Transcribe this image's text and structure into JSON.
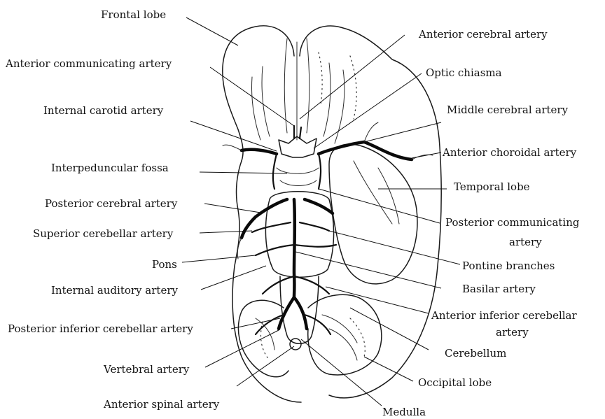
{
  "labels": {
    "frontal_lobe": "Frontal lobe",
    "anterior_cerebral_artery": "Anterior cerebral artery",
    "anterior_communicating_artery": "Anterior communicating artery",
    "optic_chiasma": "Optic chiasma",
    "internal_carotid_artery": "Internal carotid artery",
    "middle_cerebral_artery": "Middle cerebral artery",
    "anterior_choroidal_artery": "Anterior choroidal artery",
    "interpeduncular_fossa": "Interpeduncular fossa",
    "temporal_lobe": "Temporal lobe",
    "posterior_cerebral_artery": "Posterior cerebral artery",
    "posterior_communicating_artery_1": "Posterior communicating",
    "posterior_communicating_artery_2": "artery",
    "superior_cerebellar_artery": "Superior cerebellar artery",
    "pons": "Pons",
    "pontine_branches": "Pontine branches",
    "internal_auditory_artery": "Internal auditory artery",
    "basilar_artery": "Basilar artery",
    "anterior_inferior_cerebellar_artery_1": "Anterior inferior cerebellar",
    "anterior_inferior_cerebellar_artery_2": "artery",
    "posterior_inferior_cerebellar_artery": "Posterior inferior cerebellar artery",
    "cerebellum": "Cerebellum",
    "vertebral_artery": "Vertebral artery",
    "occipital_lobe": "Occipital lobe",
    "anterior_spinal_artery": "Anterior spinal artery",
    "medulla": "Medulla"
  }
}
